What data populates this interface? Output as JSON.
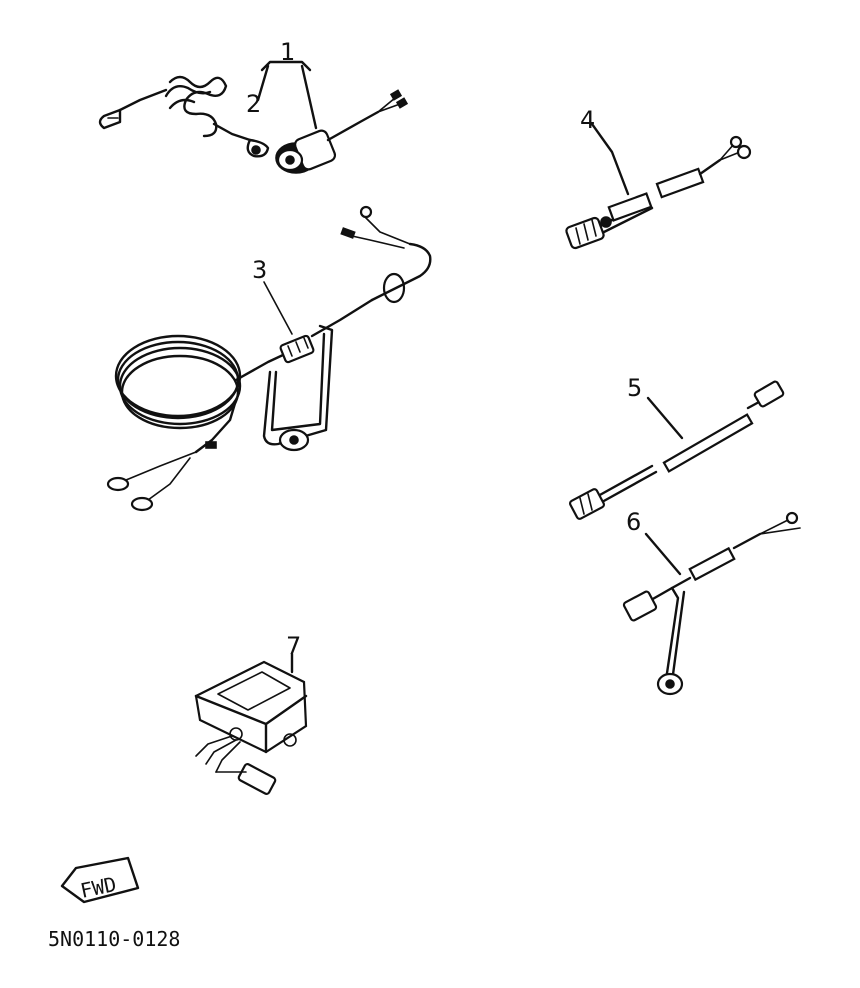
{
  "callouts": {
    "c1": "1",
    "c2": "2",
    "c3": "3",
    "c4": "4",
    "c5": "5",
    "c6": "6",
    "c7": "7"
  },
  "arrow": {
    "label": "FWD"
  },
  "drawing_code": "5N0110-0128"
}
